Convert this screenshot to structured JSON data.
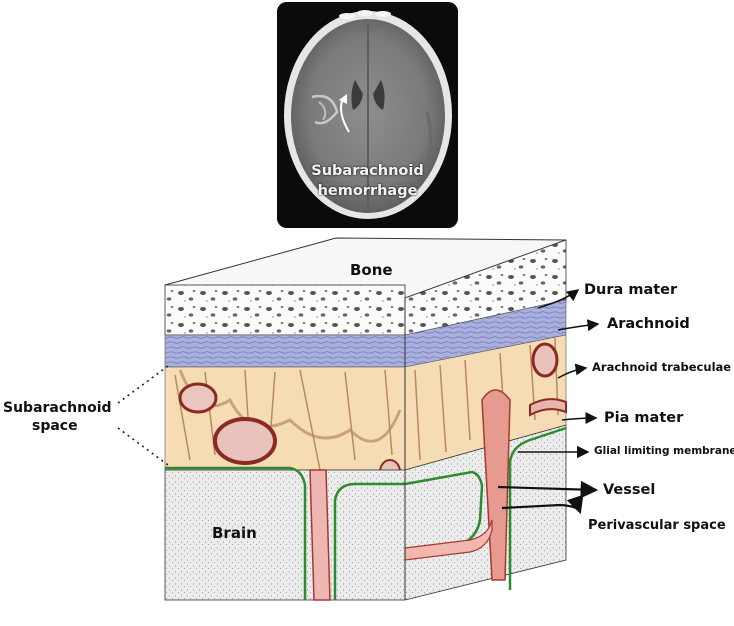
{
  "ct_scan": {
    "caption_line1": "Subarachnoid",
    "caption_line2": "hemorrhage"
  },
  "labels": {
    "bone": "Bone",
    "brain": "Brain",
    "subarachnoid_space_line1": "Subarachnoid",
    "subarachnoid_space_line2": "space",
    "dura_mater": "Dura mater",
    "arachnoid": "Arachnoid",
    "arachnoid_trabeculae": "Arachnoid trabeculae",
    "pia_mater": "Pia mater",
    "glial_limiting_membrane": "Glial limiting membrane",
    "vessel": "Vessel",
    "perivascular_space": "Perivascular space"
  },
  "colors": {
    "dura": "#a9b0dd",
    "csf_space": "#f6dcb4",
    "trabeculae": "#c9a27a",
    "pia_green": "#2e8b2e",
    "vessel_red": "#b33a2f",
    "brain_gray": "#ececec"
  }
}
